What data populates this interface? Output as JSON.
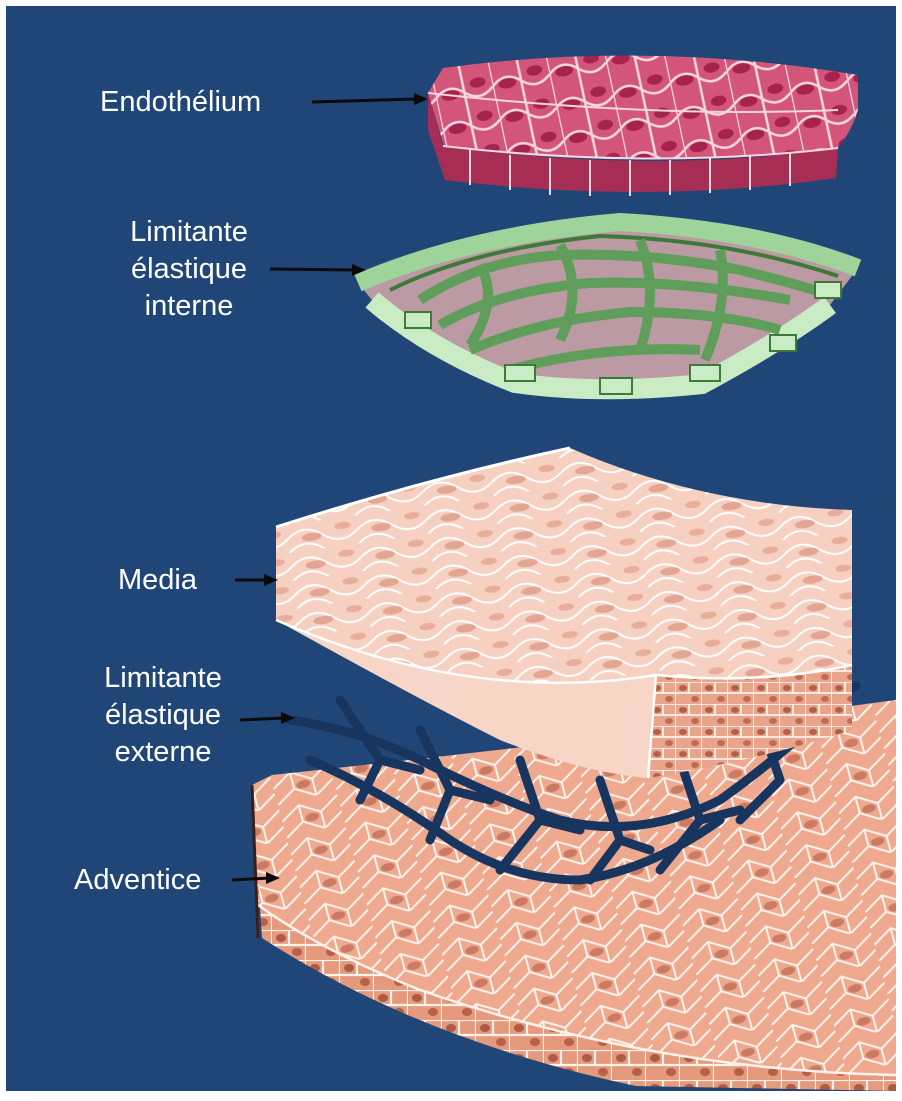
{
  "labels": {
    "endothelium": "Endothélium",
    "internal_elastic_lamina": [
      "Limitante",
      "élastique",
      "interne"
    ],
    "media": "Media",
    "external_elastic_lamina": [
      "Limitante",
      "élastique",
      "externe"
    ],
    "adventitia": "Adventice"
  },
  "colors": {
    "background": "#1f4677",
    "endothelium": "#c8406a",
    "internal_lamina": "#5f9e5a",
    "media": "#f3c7b4",
    "external_lamina": "#17355e",
    "adventitia": "#eaa68a",
    "label_text": "#ffffff",
    "arrow": "#0a0a0a"
  }
}
